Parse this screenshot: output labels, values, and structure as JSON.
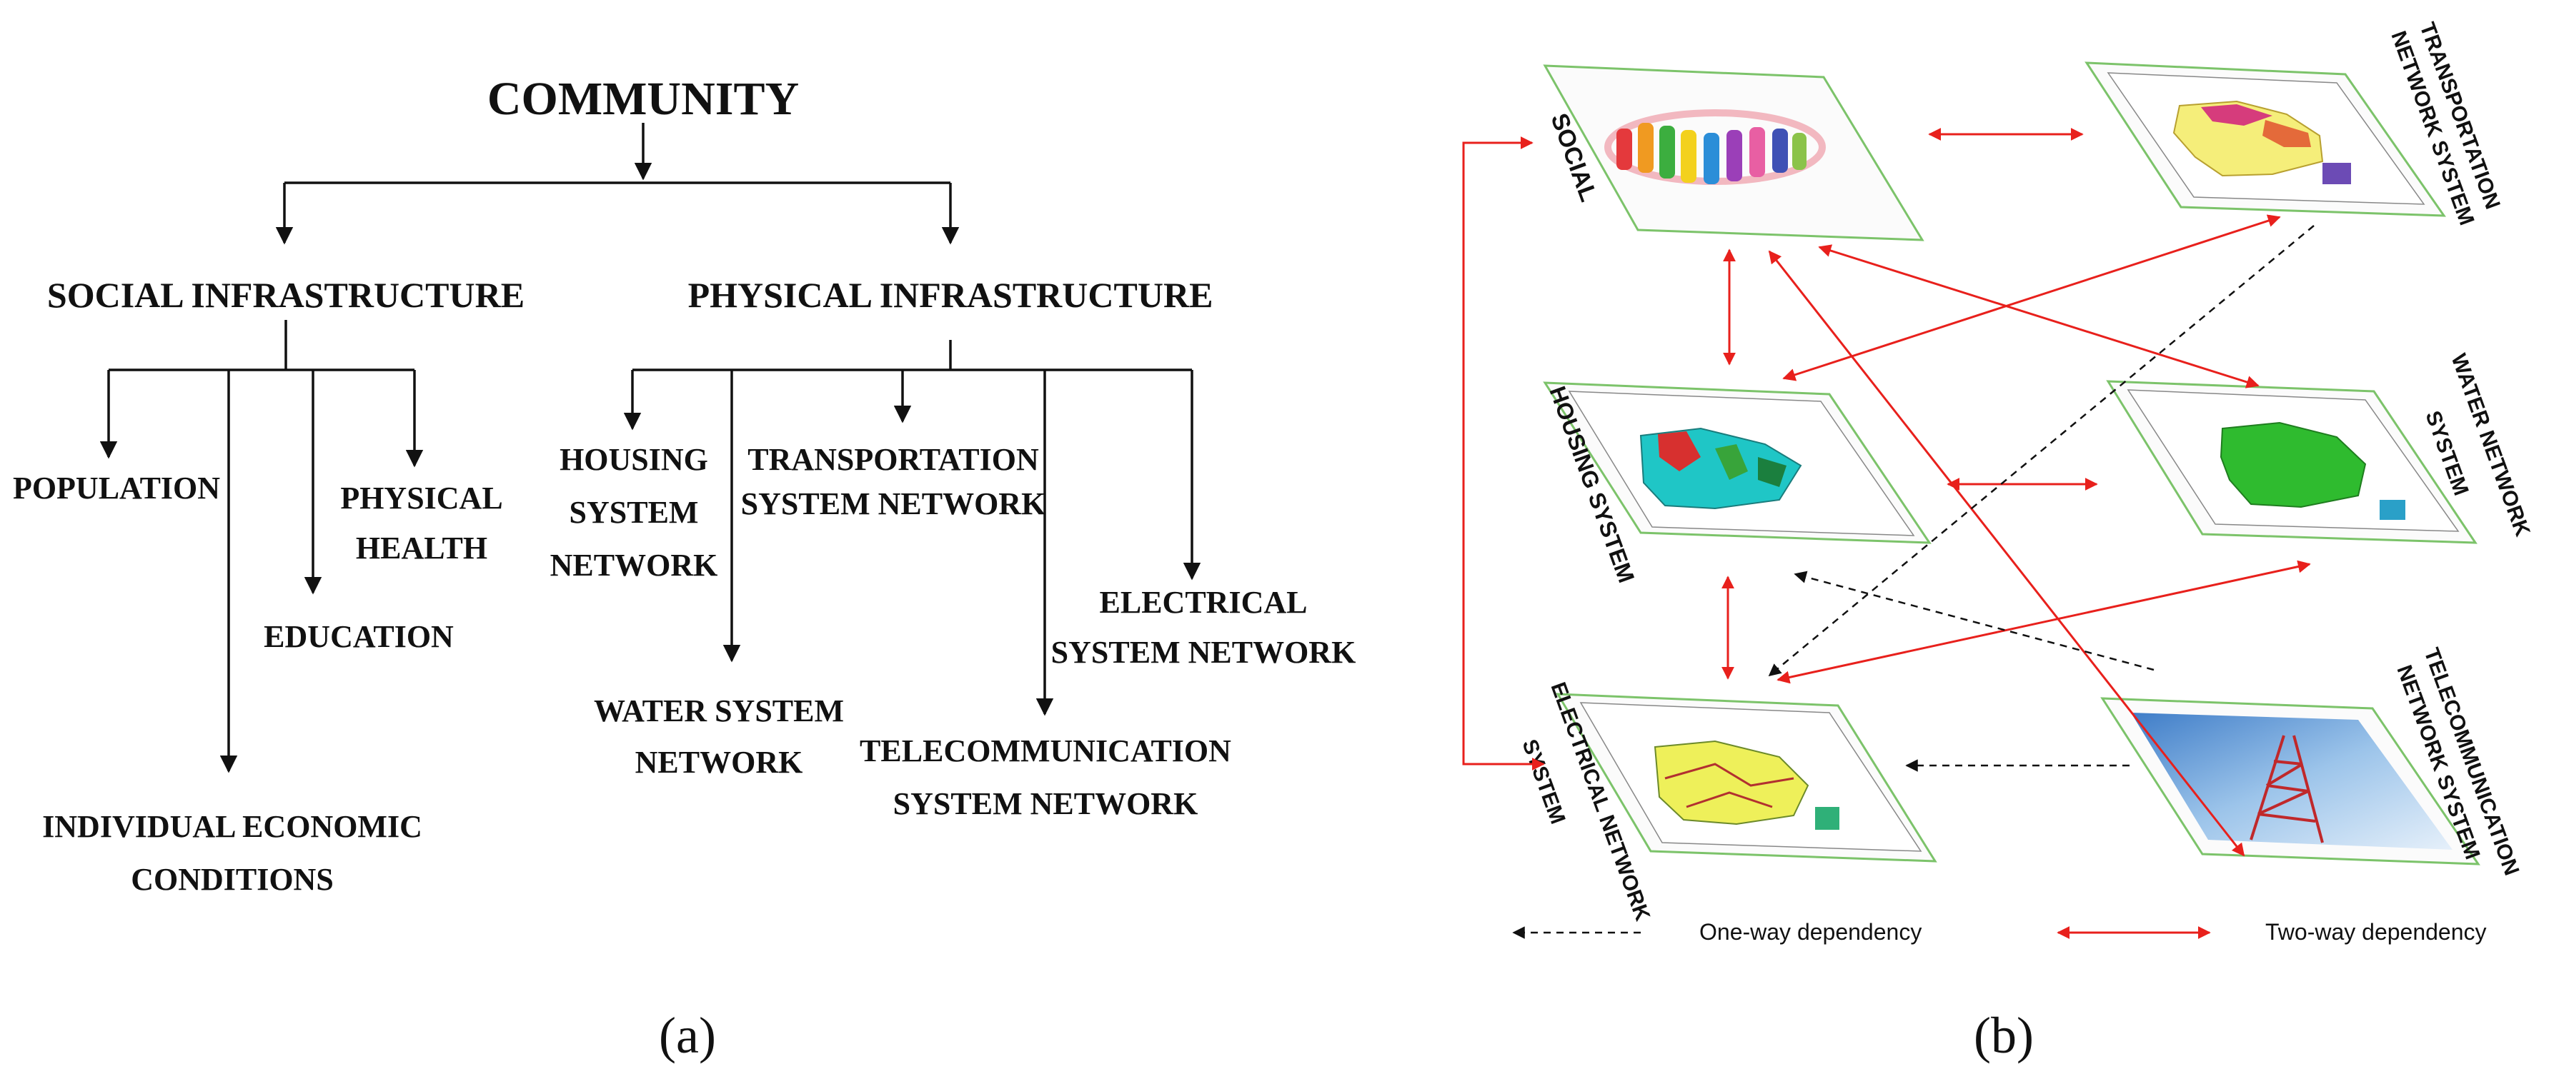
{
  "panel_a": {
    "root": "COMMUNITY",
    "social": "SOCIAL INFRASTRUCTURE",
    "physical": "PHYSICAL INFRASTRUCTURE",
    "population": "POPULATION",
    "physical_health_1": "PHYSICAL",
    "physical_health_2": "HEALTH",
    "education": "EDUCATION",
    "econ_1": "INDIVIDUAL ECONOMIC",
    "econ_2": "CONDITIONS",
    "housing_1": "HOUSING",
    "housing_2": "SYSTEM",
    "housing_3": "NETWORK",
    "transport_1": "TRANSPORTATION",
    "transport_2": "SYSTEM NETWORK",
    "electrical_1": "ELECTRICAL",
    "electrical_2": "SYSTEM NETWORK",
    "water_1": "WATER SYSTEM",
    "water_2": "NETWORK",
    "telecom_1": "TELECOMMUNICATION",
    "telecom_2": "SYSTEM NETWORK",
    "caption": "(a)"
  },
  "panel_b": {
    "social": "SOCIAL",
    "transport_1": "TRANSPORTATION",
    "transport_2": "NETWORK SYSTEM",
    "housing": "HOUSING SYSTEM",
    "water_1": "WATER NETWORK",
    "water_2": "SYSTEM",
    "electrical_1": "ELECTRICAL NETWORK",
    "electrical_2": "SYSTEM",
    "telecom_1": "TELECOMMUNICATION",
    "telecom_2": "NETWORK SYSTEM",
    "legend_one_way": "One-way dependency",
    "legend_two_way": "Two-way dependency",
    "caption": "(b)",
    "colors": {
      "two_way": "#e8201c",
      "one_way": "#111111",
      "plane_border": "#7cc36a"
    }
  }
}
